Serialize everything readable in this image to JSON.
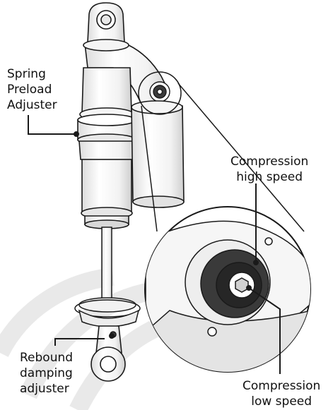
{
  "labels": {
    "spring_preload": [
      "Spring",
      "Preload",
      "Adjuster"
    ],
    "compression_high": [
      "Compression",
      "high speed"
    ],
    "rebound_damping": [
      "Rebound",
      "damping",
      "adjuster"
    ],
    "compression_low": [
      "Compression",
      "low speed"
    ]
  },
  "colors": {
    "outline": "#1a1a1a",
    "body_fill": "#f7f7f7",
    "shade": "#d9d9d9",
    "knob": "#3a3a3a",
    "watermark": "#d8d8d8"
  }
}
